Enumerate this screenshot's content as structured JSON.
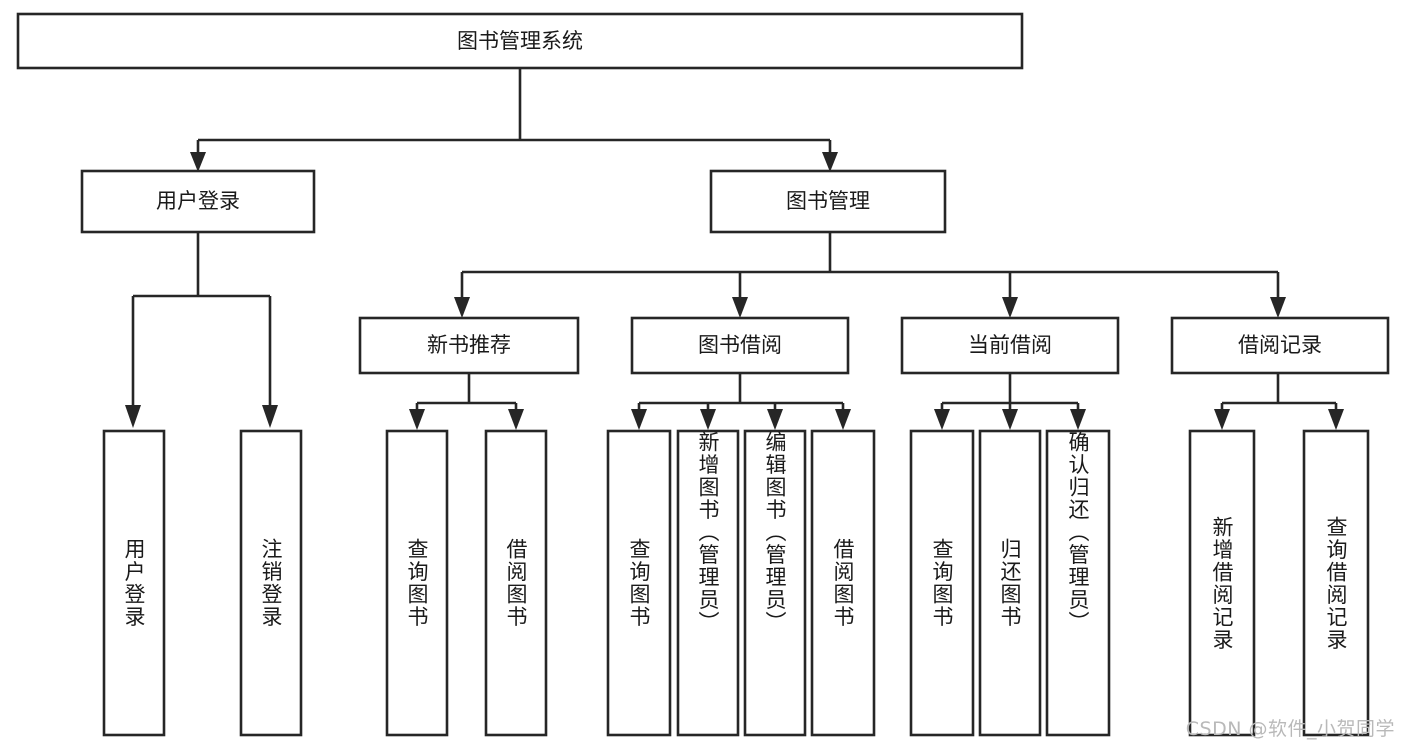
{
  "diagram": {
    "title": "图书管理系统",
    "type": "tree",
    "orientation": "top-down",
    "colors": {
      "stroke": "#262626",
      "fill": "#ffffff",
      "text": "#1a1a1a",
      "watermark": "#b9b9b9",
      "background": "#ffffff"
    },
    "watermark": "CSDN @软件_小贺同学",
    "root": {
      "label": "图书管理系统"
    },
    "level1": [
      {
        "label": "用户登录"
      },
      {
        "label": "图书管理"
      }
    ],
    "level2": [
      {
        "label": "新书推荐",
        "parent": "图书管理"
      },
      {
        "label": "图书借阅",
        "parent": "图书管理"
      },
      {
        "label": "当前借阅",
        "parent": "图书管理"
      },
      {
        "label": "借阅记录",
        "parent": "图书管理"
      }
    ],
    "leaves": {
      "user_login": [
        {
          "label": "用户登录"
        },
        {
          "label": "注销登录"
        }
      ],
      "new_book_recommend": [
        {
          "label": "查询图书"
        },
        {
          "label": "借阅图书"
        }
      ],
      "book_borrow": [
        {
          "label": "查询图书"
        },
        {
          "label": "新增图书（管理员）"
        },
        {
          "label": "编辑图书（管理员）"
        },
        {
          "label": "借阅图书"
        }
      ],
      "current_borrow": [
        {
          "label": "查询图书"
        },
        {
          "label": "归还图书"
        },
        {
          "label": "确认归还（管理员）"
        }
      ],
      "borrow_record": [
        {
          "label": "新增借阅记录"
        },
        {
          "label": "查询借阅记录"
        }
      ]
    }
  }
}
